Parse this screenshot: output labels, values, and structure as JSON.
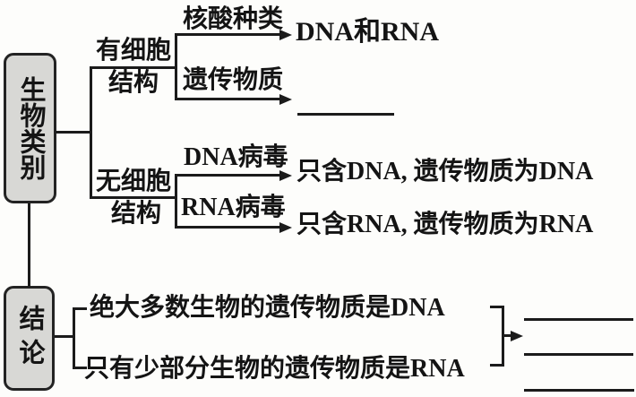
{
  "diagram": {
    "root": {
      "label": "生物类别"
    },
    "conclusion_node": {
      "label": "结论"
    },
    "branches": {
      "has_cell": {
        "line1": "有细胞",
        "line2": "结构"
      },
      "no_cell": {
        "line1": "无细胞",
        "line2": "结构"
      }
    },
    "arrow_labels": {
      "nucleic_type": "核酸种类",
      "genetic_material": "遗传物质",
      "dna_virus": "DNA病毒",
      "rna_virus": "RNA病毒"
    },
    "results": {
      "dna_and_rna": "DNA和RNA",
      "only_dna": "只含DNA, 遗传物质为DNA",
      "only_rna": "只含RNA, 遗传物质为RNA"
    },
    "conclusions": {
      "line1": "绝大多数生物的遗传物质是DNA",
      "line2": "只有少部分生物的遗传物质是RNA"
    }
  },
  "colors": {
    "ink": "#1b1b1b",
    "box_fill": "#d8d8d5",
    "background": "#fdfdfb"
  }
}
